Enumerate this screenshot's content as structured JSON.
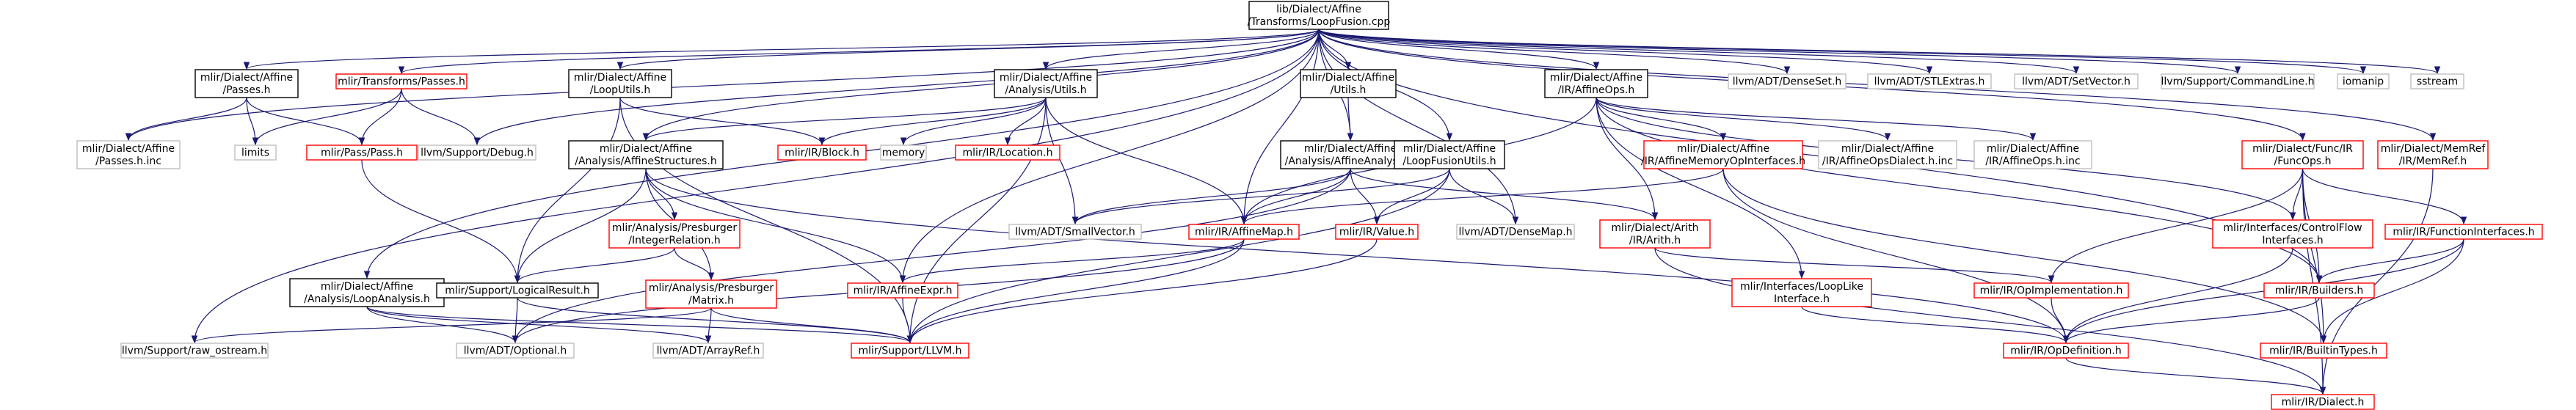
{
  "title": "lib/Dialect/Affine/Transforms/LoopFusion.cpp",
  "colors": {
    "edge": "#191970",
    "root_fill": "#bfbfbf",
    "documented_border": "#000000",
    "undocumented_border": "#ff0000",
    "external_border": "#bfbfbf",
    "external_text": "#404040"
  },
  "nodes": [
    {
      "id": "root",
      "lines": [
        "lib/Dialect/Affine",
        "/Transforms/LoopFusion.cpp"
      ],
      "kind": "root"
    },
    {
      "id": "passes",
      "lines": [
        "mlir/Dialect/Affine",
        "/Passes.h"
      ],
      "kind": "doc"
    },
    {
      "id": "transpasses",
      "lines": [
        "mlir/Transforms/Passes.h"
      ],
      "kind": "red"
    },
    {
      "id": "looputils",
      "lines": [
        "mlir/Dialect/Affine",
        "/LoopUtils.h"
      ],
      "kind": "doc"
    },
    {
      "id": "anautils",
      "lines": [
        "mlir/Dialect/Affine",
        "/Analysis/Utils.h"
      ],
      "kind": "doc"
    },
    {
      "id": "autils",
      "lines": [
        "mlir/Dialect/Affine",
        "/Utils.h"
      ],
      "kind": "doc"
    },
    {
      "id": "affineops",
      "lines": [
        "mlir/Dialect/Affine",
        "/IR/AffineOps.h"
      ],
      "kind": "doc"
    },
    {
      "id": "denseset",
      "lines": [
        "llvm/ADT/DenseSet.h"
      ],
      "kind": "ext"
    },
    {
      "id": "stlextras",
      "lines": [
        "llvm/ADT/STLExtras.h"
      ],
      "kind": "ext"
    },
    {
      "id": "setvector",
      "lines": [
        "llvm/ADT/SetVector.h"
      ],
      "kind": "ext"
    },
    {
      "id": "cmdline",
      "lines": [
        "llvm/Support/CommandLine.h"
      ],
      "kind": "ext"
    },
    {
      "id": "iomanip",
      "lines": [
        "iomanip"
      ],
      "kind": "ext"
    },
    {
      "id": "sstream",
      "lines": [
        "sstream"
      ],
      "kind": "ext"
    },
    {
      "id": "passesinc",
      "lines": [
        "mlir/Dialect/Affine",
        "/Passes.h.inc"
      ],
      "kind": "ext"
    },
    {
      "id": "limits",
      "lines": [
        "limits"
      ],
      "kind": "ext"
    },
    {
      "id": "pass",
      "lines": [
        "mlir/Pass/Pass.h"
      ],
      "kind": "red"
    },
    {
      "id": "debug",
      "lines": [
        "llvm/Support/Debug.h"
      ],
      "kind": "ext"
    },
    {
      "id": "affstruct",
      "lines": [
        "mlir/Dialect/Affine",
        "/Analysis/AffineStructures.h"
      ],
      "kind": "doc"
    },
    {
      "id": "block",
      "lines": [
        "mlir/IR/Block.h"
      ],
      "kind": "red"
    },
    {
      "id": "memory",
      "lines": [
        "memory"
      ],
      "kind": "ext"
    },
    {
      "id": "location",
      "lines": [
        "mlir/IR/Location.h"
      ],
      "kind": "red"
    },
    {
      "id": "affanalysis",
      "lines": [
        "mlir/Dialect/Affine",
        "/Analysis/AffineAnalysis.h"
      ],
      "kind": "doc"
    },
    {
      "id": "loopfusionutils",
      "lines": [
        "mlir/Dialect/Affine",
        "/LoopFusionUtils.h"
      ],
      "kind": "doc"
    },
    {
      "id": "memopif",
      "lines": [
        "mlir/Dialect/Affine",
        "/IR/AffineMemoryOpInterfaces.h"
      ],
      "kind": "red"
    },
    {
      "id": "opsdialect",
      "lines": [
        "mlir/Dialect/Affine",
        "/IR/AffineOpsDialect.h.inc"
      ],
      "kind": "ext"
    },
    {
      "id": "opsinc",
      "lines": [
        "mlir/Dialect/Affine",
        "/IR/AffineOps.h.inc"
      ],
      "kind": "ext"
    },
    {
      "id": "funcops",
      "lines": [
        "mlir/Dialect/Func/IR",
        "/FuncOps.h"
      ],
      "kind": "red"
    },
    {
      "id": "memref",
      "lines": [
        "mlir/Dialect/MemRef",
        "/IR/MemRef.h"
      ],
      "kind": "red"
    },
    {
      "id": "intrel",
      "lines": [
        "mlir/Analysis/Presburger",
        "/IntegerRelation.h"
      ],
      "kind": "red"
    },
    {
      "id": "matrix",
      "lines": [
        "mlir/Analysis/Presburger",
        "/Matrix.h"
      ],
      "kind": "red"
    },
    {
      "id": "smallvec",
      "lines": [
        "llvm/ADT/SmallVector.h"
      ],
      "kind": "ext"
    },
    {
      "id": "affinemap",
      "lines": [
        "mlir/IR/AffineMap.h"
      ],
      "kind": "red"
    },
    {
      "id": "value",
      "lines": [
        "mlir/IR/Value.h"
      ],
      "kind": "red"
    },
    {
      "id": "densemap",
      "lines": [
        "llvm/ADT/DenseMap.h"
      ],
      "kind": "ext"
    },
    {
      "id": "arith",
      "lines": [
        "mlir/Dialect/Arith",
        "/IR/Arith.h"
      ],
      "kind": "red"
    },
    {
      "id": "cfif",
      "lines": [
        "mlir/Interfaces/ControlFlow",
        "Interfaces.h"
      ],
      "kind": "red"
    },
    {
      "id": "funcif",
      "lines": [
        "mlir/IR/FunctionInterfaces.h"
      ],
      "kind": "red"
    },
    {
      "id": "loopanalysis",
      "lines": [
        "mlir/Dialect/Affine",
        "/Analysis/LoopAnalysis.h"
      ],
      "kind": "doc"
    },
    {
      "id": "logicalresult",
      "lines": [
        "mlir/Support/LogicalResult.h"
      ],
      "kind": "doc"
    },
    {
      "id": "affineexpr",
      "lines": [
        "mlir/IR/AffineExpr.h"
      ],
      "kind": "red"
    },
    {
      "id": "looplike",
      "lines": [
        "mlir/Interfaces/LoopLike",
        "Interface.h"
      ],
      "kind": "red"
    },
    {
      "id": "opimpl",
      "lines": [
        "mlir/IR/OpImplementation.h"
      ],
      "kind": "red"
    },
    {
      "id": "builders",
      "lines": [
        "mlir/IR/Builders.h"
      ],
      "kind": "red"
    },
    {
      "id": "rawostream",
      "lines": [
        "llvm/Support/raw_ostream.h"
      ],
      "kind": "ext"
    },
    {
      "id": "optional",
      "lines": [
        "llvm/ADT/Optional.h"
      ],
      "kind": "ext"
    },
    {
      "id": "arrayref",
      "lines": [
        "llvm/ADT/ArrayRef.h"
      ],
      "kind": "ext"
    },
    {
      "id": "llvmh",
      "lines": [
        "mlir/Support/LLVM.h"
      ],
      "kind": "red"
    },
    {
      "id": "opdef",
      "lines": [
        "mlir/IR/OpDefinition.h"
      ],
      "kind": "red"
    },
    {
      "id": "builtintypes",
      "lines": [
        "mlir/IR/BuiltinTypes.h"
      ],
      "kind": "red"
    },
    {
      "id": "dialect",
      "lines": [
        "mlir/IR/Dialect.h"
      ],
      "kind": "red"
    }
  ],
  "edges": [
    [
      "root",
      "passes"
    ],
    [
      "root",
      "transpasses"
    ],
    [
      "root",
      "looputils"
    ],
    [
      "root",
      "anautils"
    ],
    [
      "root",
      "autils"
    ],
    [
      "root",
      "affineops"
    ],
    [
      "root",
      "denseset"
    ],
    [
      "root",
      "stlextras"
    ],
    [
      "root",
      "setvector"
    ],
    [
      "root",
      "cmdline"
    ],
    [
      "root",
      "iomanip"
    ],
    [
      "root",
      "sstream"
    ],
    [
      "root",
      "passesinc"
    ],
    [
      "root",
      "debug"
    ],
    [
      "root",
      "affstruct"
    ],
    [
      "root",
      "affanalysis"
    ],
    [
      "root",
      "loopfusionutils"
    ],
    [
      "root",
      "densemap"
    ],
    [
      "root",
      "loopanalysis"
    ],
    [
      "root",
      "affineexpr"
    ],
    [
      "root",
      "builders"
    ],
    [
      "root",
      "rawostream"
    ],
    [
      "root",
      "funcops"
    ],
    [
      "root",
      "memref"
    ],
    [
      "root",
      "affinemap"
    ],
    [
      "passes",
      "passesinc"
    ],
    [
      "passes",
      "limits"
    ],
    [
      "passes",
      "pass"
    ],
    [
      "transpasses",
      "limits"
    ],
    [
      "transpasses",
      "pass"
    ],
    [
      "transpasses",
      "debug"
    ],
    [
      "looputils",
      "block"
    ],
    [
      "looputils",
      "logicalresult"
    ],
    [
      "looputils",
      "llvmh"
    ],
    [
      "anautils",
      "affstruct"
    ],
    [
      "anautils",
      "block"
    ],
    [
      "anautils",
      "memory"
    ],
    [
      "anautils",
      "location"
    ],
    [
      "anautils",
      "smallvec"
    ],
    [
      "anautils",
      "affinemap"
    ],
    [
      "anautils",
      "llvmh"
    ],
    [
      "autils",
      "affanalysis"
    ],
    [
      "affineops",
      "memopif"
    ],
    [
      "affineops",
      "opsdialect"
    ],
    [
      "affineops",
      "opsinc"
    ],
    [
      "affineops",
      "arith"
    ],
    [
      "affineops",
      "cfif"
    ],
    [
      "affineops",
      "looplike"
    ],
    [
      "affineops",
      "affinemap"
    ],
    [
      "affineops",
      "builders"
    ],
    [
      "affstruct",
      "intrel"
    ],
    [
      "affstruct",
      "matrix"
    ],
    [
      "affstruct",
      "logicalresult"
    ],
    [
      "affstruct",
      "affineexpr"
    ],
    [
      "affstruct",
      "opdef"
    ],
    [
      "intrel",
      "matrix"
    ],
    [
      "intrel",
      "logicalresult"
    ],
    [
      "matrix",
      "rawostream"
    ],
    [
      "matrix",
      "arrayref"
    ],
    [
      "matrix",
      "llvmh"
    ],
    [
      "pass",
      "logicalresult"
    ],
    [
      "affanalysis",
      "smallvec"
    ],
    [
      "affanalysis",
      "affinemap"
    ],
    [
      "affanalysis",
      "value"
    ],
    [
      "affanalysis",
      "optional"
    ],
    [
      "affanalysis",
      "arith"
    ],
    [
      "loopfusionutils",
      "smallvec"
    ],
    [
      "loopfusionutils",
      "value"
    ],
    [
      "loopfusionutils",
      "densemap"
    ],
    [
      "loopfusionutils",
      "llvmh"
    ],
    [
      "memopif",
      "affinemap"
    ],
    [
      "memopif",
      "opdef"
    ],
    [
      "memopif",
      "builtintypes"
    ],
    [
      "funcops",
      "cfif"
    ],
    [
      "funcops",
      "funcif"
    ],
    [
      "funcops",
      "opimpl"
    ],
    [
      "funcops",
      "builders"
    ],
    [
      "funcops",
      "dialect"
    ],
    [
      "funcops",
      "builtintypes"
    ],
    [
      "memref",
      "dialect"
    ],
    [
      "affinemap",
      "affineexpr"
    ],
    [
      "affinemap",
      "llvmh"
    ],
    [
      "affinemap",
      "optional"
    ],
    [
      "value",
      "llvmh"
    ],
    [
      "arith",
      "opimpl"
    ],
    [
      "arith",
      "dialect"
    ],
    [
      "cfif",
      "opdef"
    ],
    [
      "funcif",
      "builders"
    ],
    [
      "funcif",
      "opdef"
    ],
    [
      "funcif",
      "builtintypes"
    ],
    [
      "loopanalysis",
      "optional"
    ],
    [
      "loopanalysis",
      "arrayref"
    ],
    [
      "loopanalysis",
      "llvmh"
    ],
    [
      "logicalresult",
      "optional"
    ],
    [
      "logicalresult",
      "llvmh"
    ],
    [
      "affineexpr",
      "llvmh"
    ],
    [
      "looplike",
      "opdef"
    ],
    [
      "opimpl",
      "opdef"
    ],
    [
      "builders",
      "opdef"
    ],
    [
      "opdef",
      "dialect"
    ]
  ]
}
